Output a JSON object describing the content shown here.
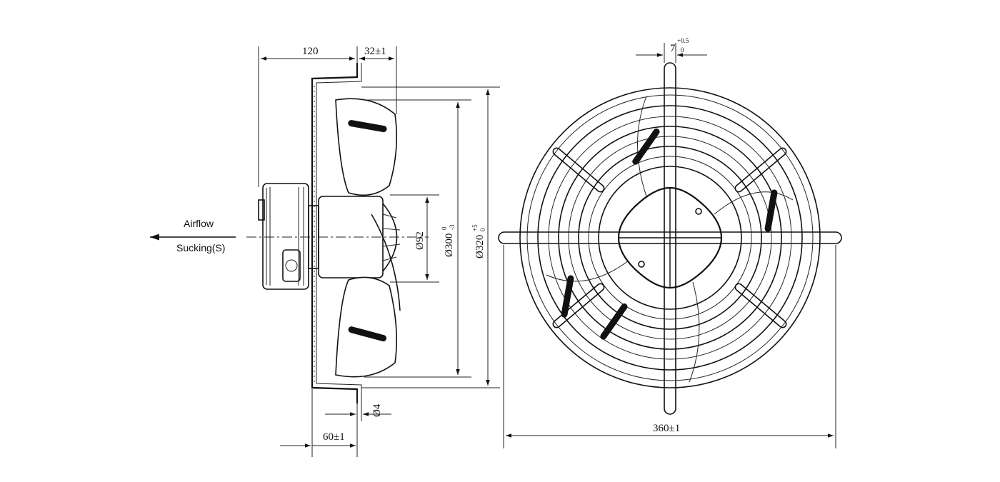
{
  "airflow": {
    "label": "Airflow",
    "mode": "Sucking(S)"
  },
  "side_view": {
    "depth_total": "120",
    "flange_offset": "32±1",
    "base_depth": "60±1",
    "hole_diameter": "Ø4",
    "hub_diameter": "Ø92",
    "blade_diameter_base": "Ø300",
    "blade_diameter_tol_upper": "0",
    "blade_diameter_tol_lower": "-3",
    "opening_diameter_base": "Ø320",
    "opening_diameter_tol_upper": "+5",
    "opening_diameter_tol_lower": "0"
  },
  "front_view": {
    "bracket_width_base": "7",
    "bracket_width_tol_upper": "+0.5",
    "bracket_width_tol_lower": "0",
    "overall_width": "360±1"
  }
}
